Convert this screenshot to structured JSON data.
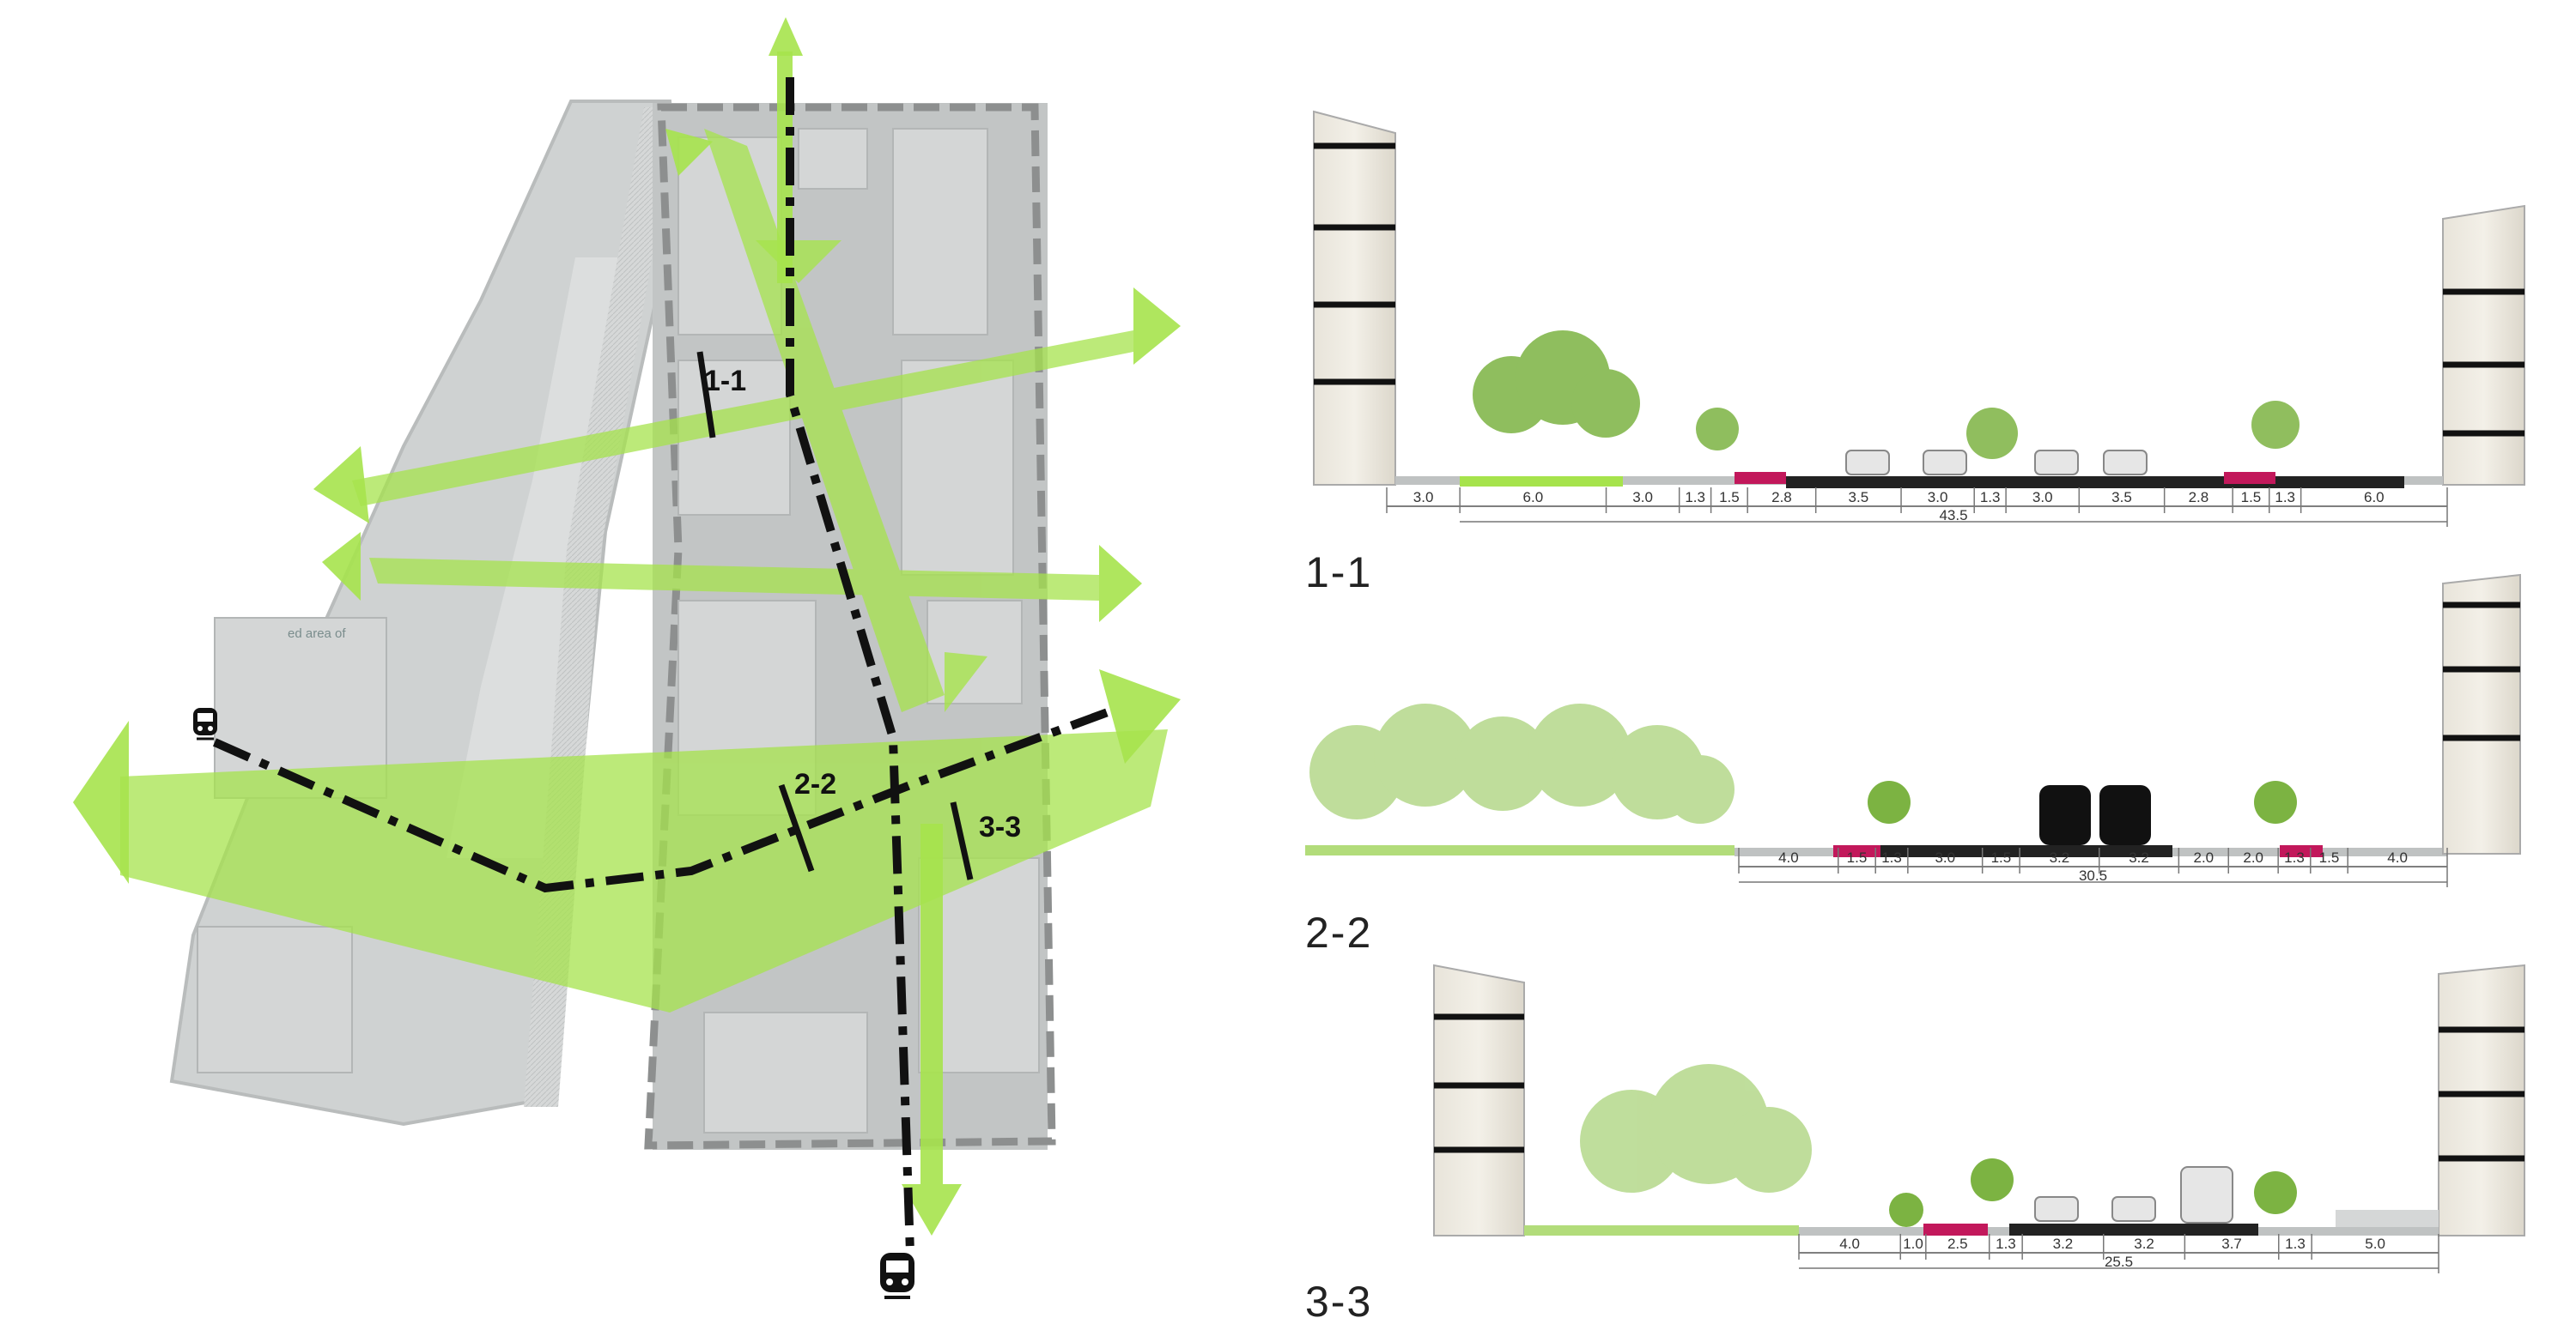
{
  "map": {
    "labels": {
      "s11": "1-1",
      "s22": "2-2",
      "s33": "3-3"
    },
    "note": "ed area of",
    "icons": [
      "train-icon",
      "train-icon"
    ],
    "colors": {
      "green": "#a6e34c",
      "green_dark": "#86c92e",
      "block": "#c9cccc",
      "block_light": "#dfe1e1",
      "boundary": "#9a9a9a",
      "rail": "#111111"
    }
  },
  "sections": [
    {
      "title": "1-1",
      "segments": [
        "3.0",
        "6.0",
        "3.0",
        "1.3",
        "1.5",
        "2.8",
        "3.5",
        "3.0",
        "1.3",
        "3.0",
        "3.5",
        "2.8",
        "1.5",
        "1.3",
        "6.0"
      ],
      "total": "43.5"
    },
    {
      "title": "2-2",
      "segments": [
        "4.0",
        "1.5",
        "1.3",
        "3.0",
        "1.5",
        "3.2",
        "3.2",
        "2.0",
        "2.0",
        "1.3",
        "1.5",
        "4.0"
      ],
      "total": "30.5"
    },
    {
      "title": "3-3",
      "segments": [
        "4.0",
        "1.0",
        "2.5",
        "1.3",
        "3.2",
        "3.2",
        "3.7",
        "1.3",
        "5.0"
      ],
      "total": "25.5"
    }
  ]
}
